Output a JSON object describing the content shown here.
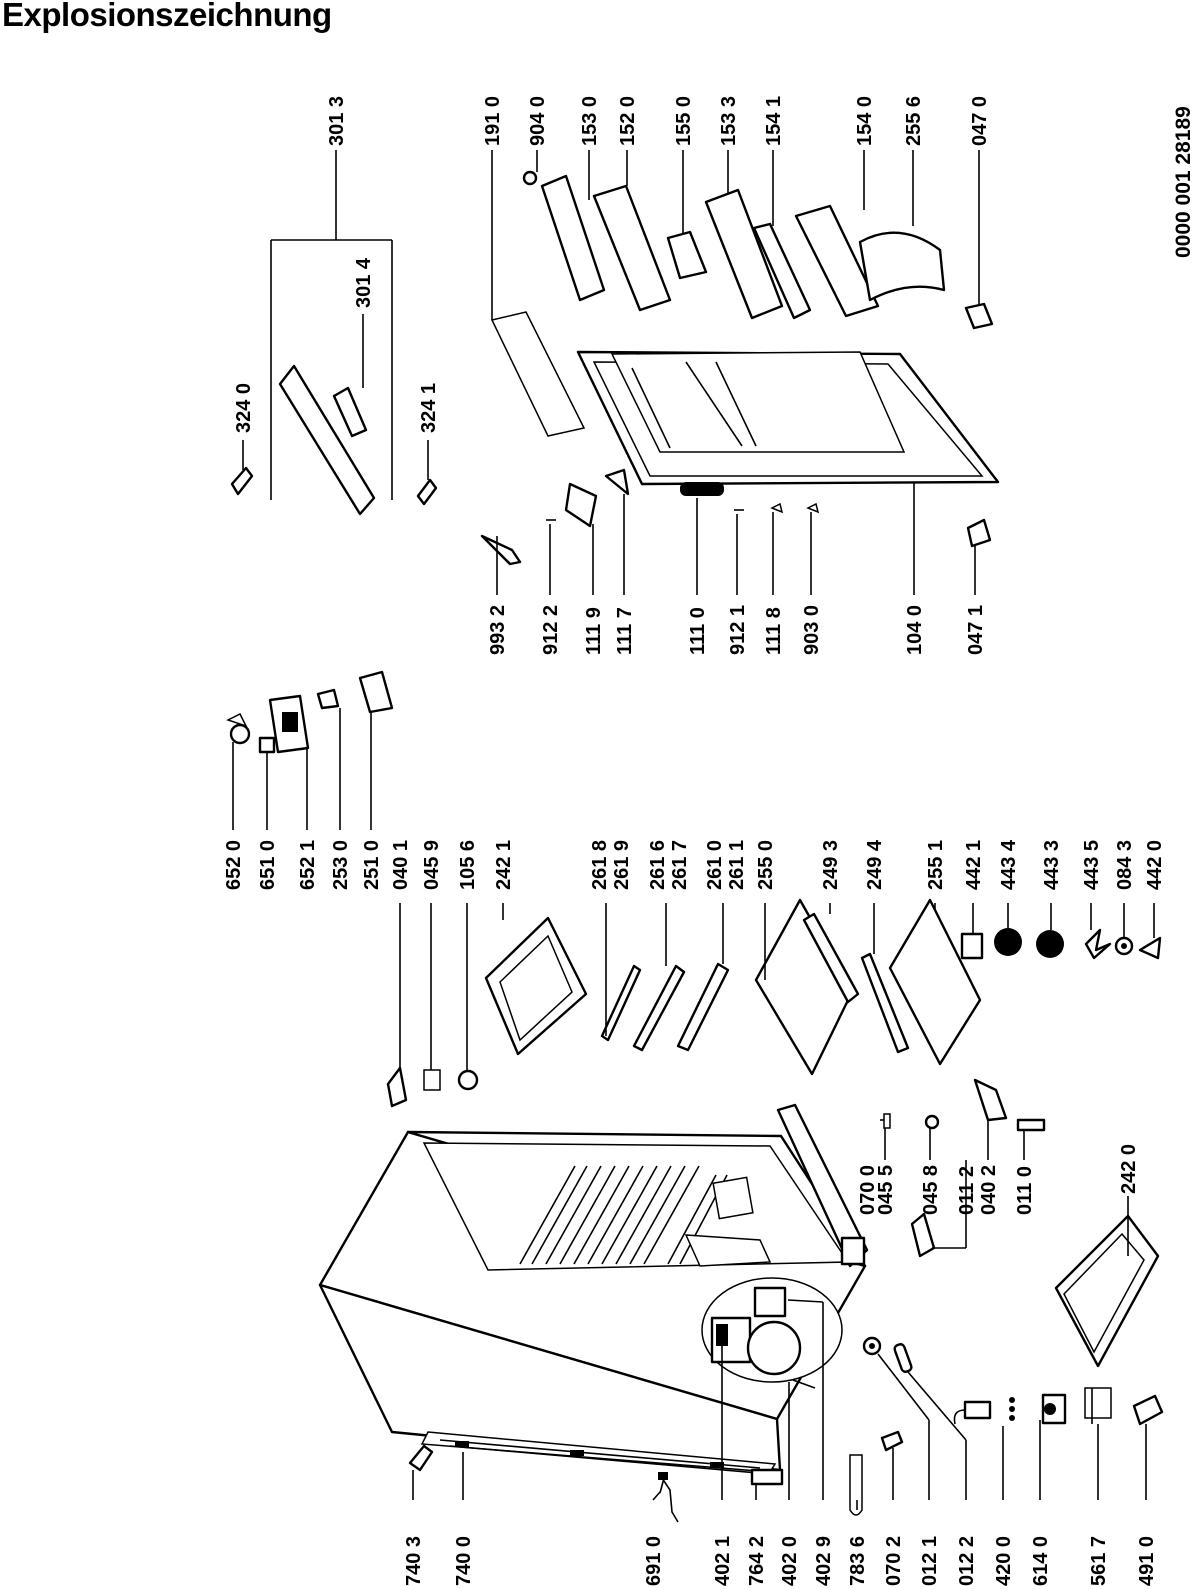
{
  "title": "Explosionszeichnung",
  "document_code": "0000 001 28189",
  "colors": {
    "line": "#000000",
    "background": "#ffffff",
    "shade": "#bfbfbf"
  },
  "labels": {
    "p7403": "740 3",
    "p7400": "740 0",
    "p6910": "691 0",
    "p4021": "402 1",
    "p7642": "764 2",
    "p4020": "402 0",
    "p4029": "402 9",
    "p7836": "783 6",
    "p0702": "070 2",
    "p0121": "012 1",
    "p0122": "012 2",
    "p4200": "420 0",
    "p6140": "614 0",
    "p5617": "561 7",
    "p4910": "491 0",
    "p0700": "070 0",
    "p0455": "045 5",
    "p0458": "045 8",
    "p0112": "011 2",
    "p0402": "040 2",
    "p0110": "011 0",
    "p2420": "242 0",
    "p6520": "652 0",
    "p6510": "651 0",
    "p6521": "652 1",
    "p2530": "253 0",
    "p2510": "251 0",
    "p0401": "040 1",
    "p0459": "045 9",
    "p1056": "105 6",
    "p2421": "242 1",
    "p2618": "261 8",
    "p2619": "261 9",
    "p2616": "261 6",
    "p2617": "261 7",
    "p2610": "261 0",
    "p2611": "261 1",
    "p2550": "255 0",
    "p2493": "249 3",
    "p2494": "249 4",
    "p2551": "255 1",
    "p4421": "442 1",
    "p4434": "443 4",
    "p4433": "443 3",
    "p4435": "443 5",
    "p0843": "084 3",
    "p4420": "442 0",
    "p9932": "993 2",
    "p9122": "912 2",
    "p1119": "111 9",
    "p1117": "111 7",
    "p1110": "111 0",
    "p9121": "912 1",
    "p1118": "111 8",
    "p9030": "903 0",
    "p1040": "104 0",
    "p0471": "047 1",
    "p3240": "324 0",
    "p3241": "324 1",
    "p3014": "301 4",
    "p3013": "301 3",
    "p1910": "191 0",
    "p9040": "904 0",
    "p1530": "153 0",
    "p1520": "152 0",
    "p1550": "155 0",
    "p1533": "153 3",
    "p1541": "154 1",
    "p1540": "154 0",
    "p2556": "255 6",
    "p0470": "047 0"
  }
}
